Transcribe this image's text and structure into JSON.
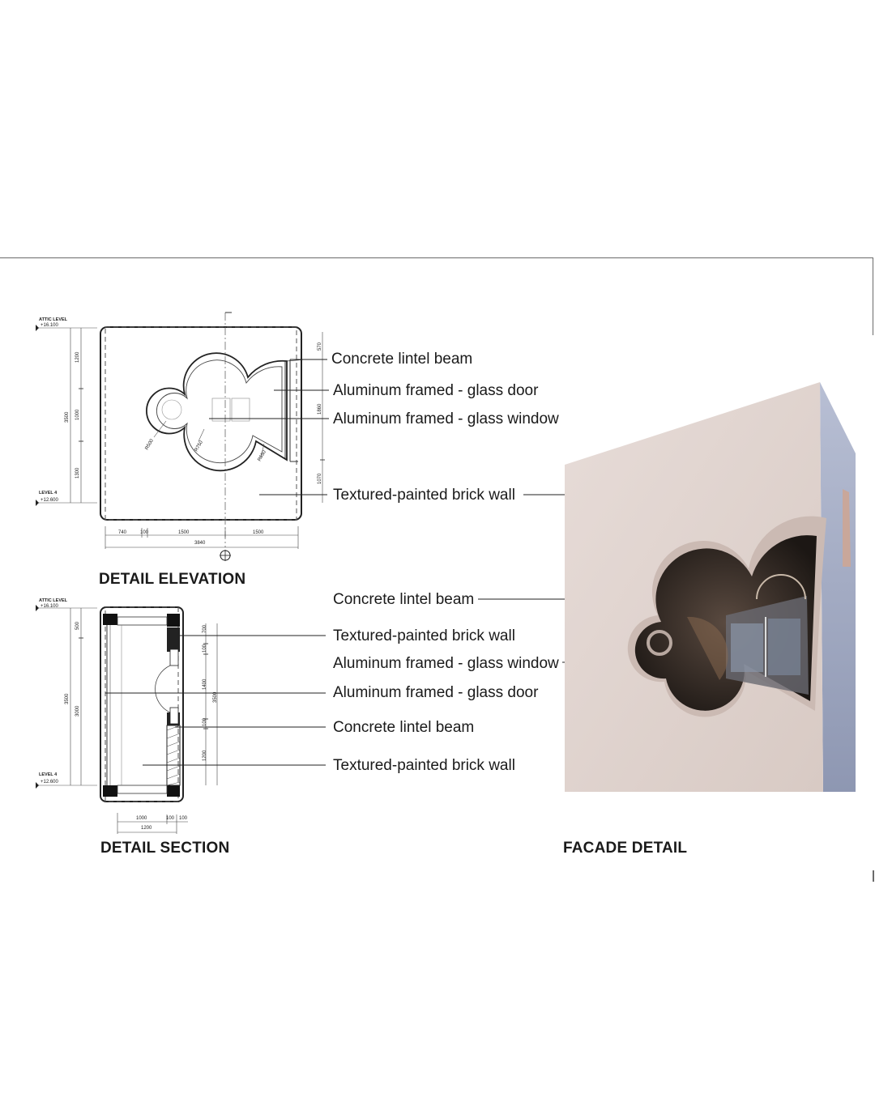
{
  "elevation": {
    "title": "DETAIL ELEVATION",
    "level_top_name": "ATTIC LEVEL",
    "level_top_value": "+16.100",
    "level_bottom_name": "LEVEL 4",
    "level_bottom_value": "+12.600",
    "dims_left": [
      "1200",
      "1000",
      "1300",
      "3500"
    ],
    "dims_right": [
      "570",
      "1860",
      "1070"
    ],
    "dims_bottom": [
      "740",
      "100",
      "1500",
      "1500",
      "3840"
    ],
    "radii": [
      "R500",
      "R750",
      "R650"
    ],
    "labels": [
      "Concrete lintel beam",
      "Aluminum framed - glass door",
      "Aluminum framed - glass window",
      "Textured-painted brick wall"
    ]
  },
  "section": {
    "title": "DETAIL SECTION",
    "level_top_name": "ATTIC LEVEL",
    "level_top_value": "+16.100",
    "level_bottom_name": "LEVEL 4",
    "level_bottom_value": "+12.600",
    "dims_left": [
      "500",
      "3000",
      "3500"
    ],
    "dims_right": [
      "700",
      "100",
      "1400",
      "100",
      "1200",
      "3500"
    ],
    "dims_bottom": [
      "1000",
      "100",
      "100",
      "1200"
    ],
    "labels": [
      "Textured-painted brick wall",
      "Aluminum framed - glass window",
      "Aluminum framed - glass door",
      "Concrete lintel beam",
      "Textured-painted brick wall"
    ]
  },
  "facade": {
    "title": "FACADE DETAIL",
    "label_lintel": "Concrete lintel beam"
  }
}
